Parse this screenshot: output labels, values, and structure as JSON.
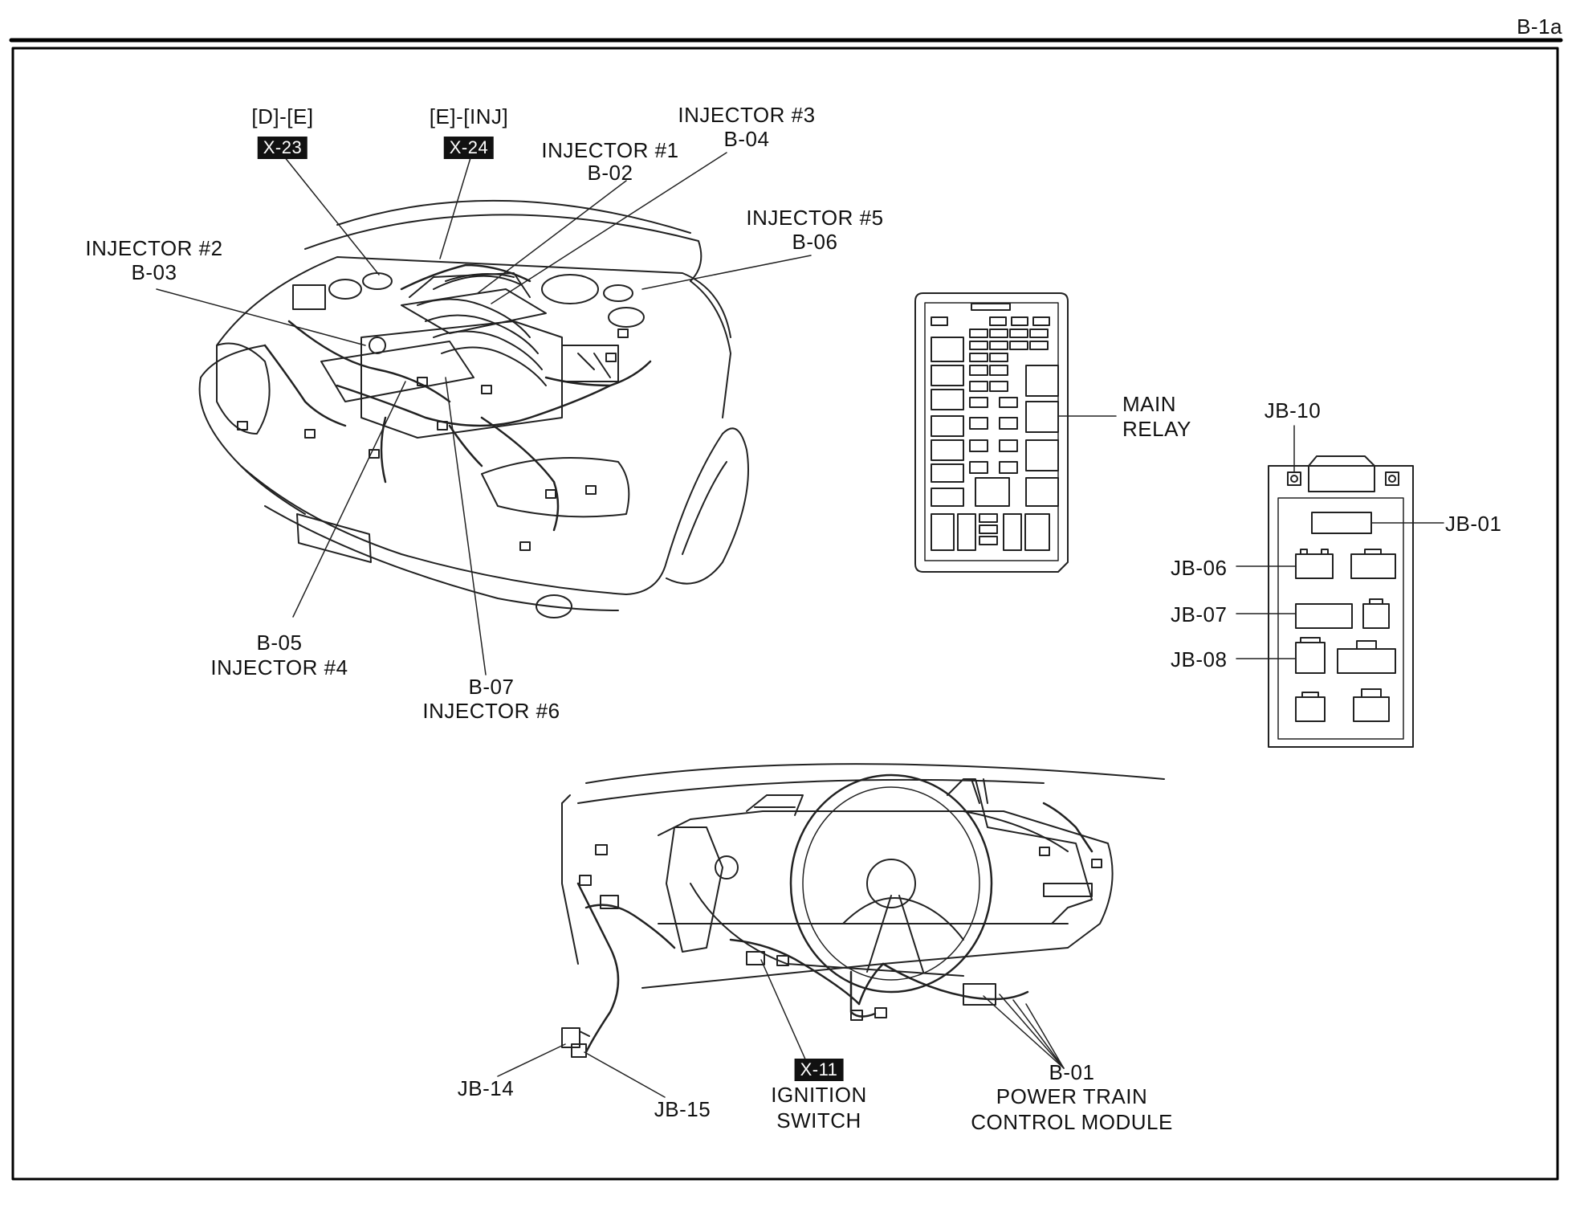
{
  "page": {
    "number": "B-1a"
  },
  "engine_bay": {
    "callouts": [
      {
        "id": "de",
        "label": "[D]-[E]",
        "tag": "X-23"
      },
      {
        "id": "einj",
        "label": "[E]-[INJ]",
        "tag": "X-24"
      },
      {
        "id": "inj1",
        "title": "INJECTOR #1",
        "code": "B-02"
      },
      {
        "id": "inj3",
        "title": "INJECTOR #3",
        "code": "B-04"
      },
      {
        "id": "inj2",
        "title": "INJECTOR #2",
        "code": "B-03"
      },
      {
        "id": "inj5",
        "title": "INJECTOR #5",
        "code": "B-06"
      },
      {
        "id": "inj4",
        "title": "INJECTOR #4",
        "code": "B-05"
      },
      {
        "id": "inj6",
        "title": "INJECTOR #6",
        "code": "B-07"
      }
    ]
  },
  "fuse_box": {
    "callout": {
      "line1": "MAIN",
      "line2": "RELAY"
    }
  },
  "junction_box": {
    "callouts": [
      "JB-10",
      "JB-01",
      "JB-06",
      "JB-07",
      "JB-08"
    ]
  },
  "dashboard": {
    "callouts": {
      "jb14": "JB-14",
      "jb15": "JB-15",
      "ignition": {
        "tag": "X-11",
        "line1": "IGNITION",
        "line2": "SWITCH"
      },
      "pcm": {
        "code": "B-01",
        "line1": "POWER TRAIN",
        "line2": "CONTROL MODULE"
      }
    }
  }
}
